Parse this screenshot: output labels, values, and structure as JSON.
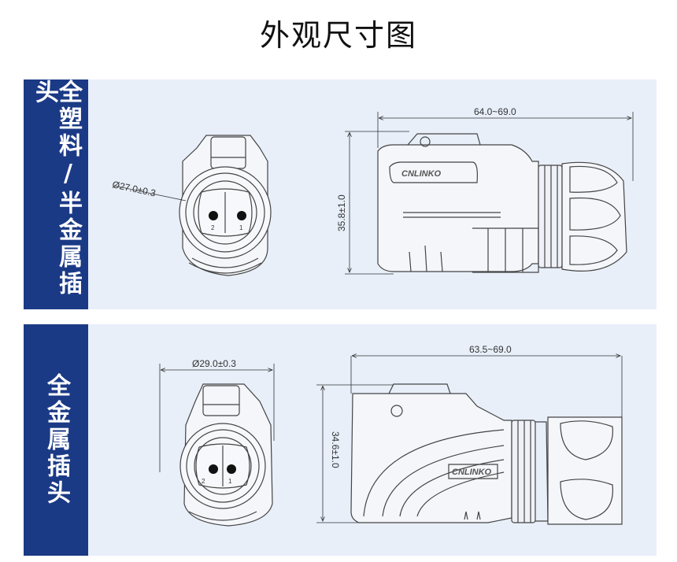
{
  "title": "外观尺寸图",
  "sections": [
    {
      "label": "全塑料/半金属插头",
      "front_diameter": "Ø27.0±0.3",
      "length": "64.0~69.0",
      "height": "35.8±1.0",
      "pin_left": "2",
      "pin_right": "1",
      "brand": "CNLINKO"
    },
    {
      "label": "全金属插头",
      "front_diameter": "Ø29.0±0.3",
      "length": "63.5~69.0",
      "height": "34.6±1.0",
      "pin_left": "2",
      "pin_right": "1",
      "brand": "CNLINKO"
    }
  ]
}
